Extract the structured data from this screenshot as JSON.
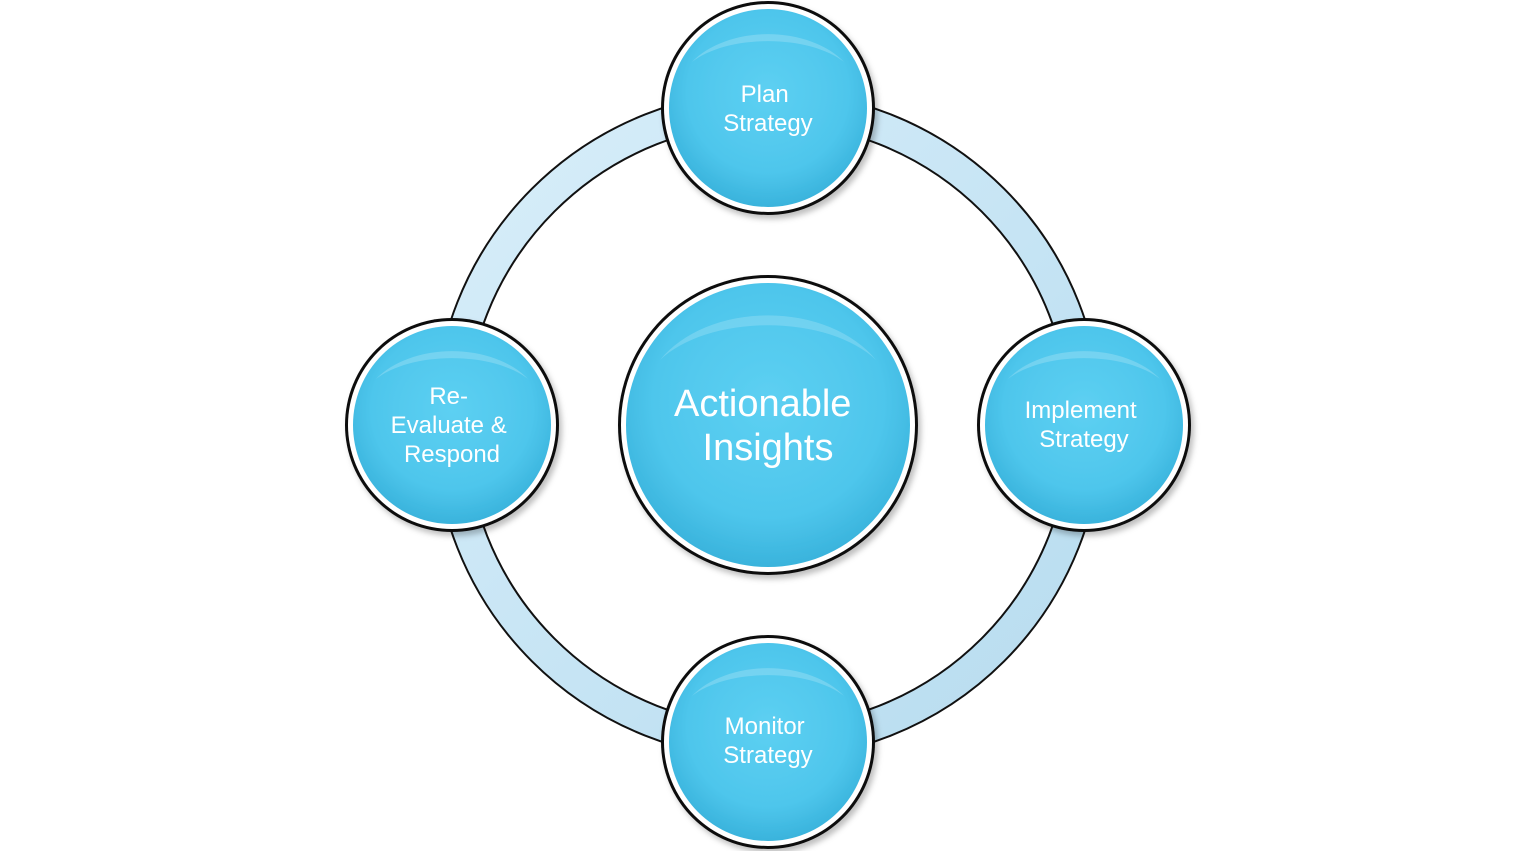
{
  "diagram": {
    "center": {
      "lines": [
        "Actionable",
        "Insights"
      ]
    },
    "nodes": {
      "top": {
        "lines": [
          "Plan",
          "Strategy"
        ]
      },
      "right": {
        "lines": [
          "Implement",
          "Strategy"
        ]
      },
      "bottom": {
        "lines": [
          "Monitor",
          "Strategy"
        ]
      },
      "left": {
        "lines": [
          "Re-",
          "Evaluate &",
          "Respond"
        ]
      }
    }
  },
  "colors": {
    "node_fill": "#4ec6ec",
    "node_highlight": "#9be4fa",
    "node_outline": "#111111",
    "ring_fill": "#c9e8f7",
    "ring_outline": "#111111",
    "label_text": "#ffffff"
  }
}
